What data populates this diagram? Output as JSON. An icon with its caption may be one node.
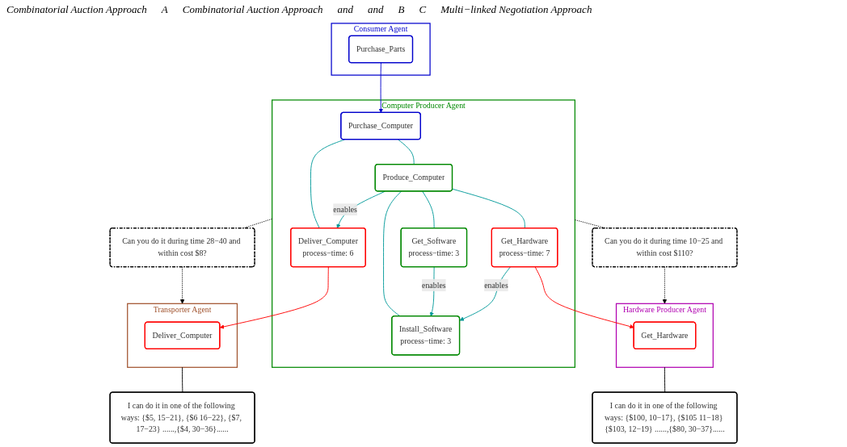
{
  "diagram": {
    "nodes": [
      {
        "text": [
          "Consumer Agent"
        ]
      },
      {
        "text": [
          "Purchase_Parts"
        ],
        "in": 0
      },
      {
        "text": [
          "Computer Producer Agent"
        ]
      },
      {
        "text": [
          "Purchase_Computer"
        ],
        "in": 2
      },
      {
        "text": [
          "Produce_Computer"
        ],
        "in": 2
      },
      {
        "text": [
          "Deliver_Computer",
          "process−time: 6"
        ],
        "in": 2
      },
      {
        "text": [
          "Get_Software",
          "process−time: 3"
        ],
        "in": 2
      },
      {
        "text": [
          "Install_Software",
          "process−time: 3"
        ],
        "in": 2
      },
      {
        "text": [
          "Get_Hardware",
          "process−time: 7"
        ],
        "in": 2
      },
      {
        "text": [
          "Hardware Producer Agent"
        ]
      },
      {
        "text": [
          "Get_Hardware"
        ],
        "in": 9
      },
      {
        "text": [
          "Transporter Agent"
        ]
      },
      {
        "text": [
          "Deliver_Computer"
        ],
        "in": 11
      },
      {
        "text": [
          "I can do it in one of the following ways: {$100, 10−17}, {$105 11−18} {$103, 12−19} ......,{$80, 30−37}......"
        ]
      },
      {
        "text": [
          "I can do it in one of the following ways: {$5, 15−21}, {$6 16−22}, {$7, 17−23} ......,{$4, 30−36}......"
        ]
      },
      {
        "text": [
          "Can you do it during time 10−25 and within cost $110?"
        ]
      },
      {
        "text": [
          "Can you do it during time 28−40 and within cost $8?"
        ]
      }
    ],
    "edges": [
      {
        "from": 1,
        "to": 3,
        "arrow": "to",
        "color": "#0000cc"
      },
      {
        "from": 3,
        "to": 4,
        "arrow": "none"
      },
      {
        "from": 3,
        "to": 5,
        "arrow": "none"
      },
      {
        "from": 4,
        "to": 5,
        "arrow": "to",
        "label": "enables"
      },
      {
        "from": 4,
        "to": 6,
        "arrow": "none"
      },
      {
        "from": 4,
        "to": 8,
        "arrow": "none"
      },
      {
        "from": 4,
        "to": 7,
        "arrow": "none"
      },
      {
        "from": 6,
        "to": 7,
        "arrow": "to",
        "label": "enables"
      },
      {
        "from": 8,
        "to": 7,
        "arrow": "to",
        "label": "enables"
      },
      {
        "from": 8,
        "to": 10,
        "arrow": "to",
        "color": "#ff0000"
      },
      {
        "from": 5,
        "to": 12,
        "arrow": "to",
        "color": "#ff0000"
      },
      {
        "from": 13,
        "to": 9,
        "arrow": "none",
        "color": "#000000"
      },
      {
        "from": 14,
        "to": 11,
        "arrow": "none",
        "color": "#000000"
      },
      {
        "from": 2,
        "to": 15,
        "arrow": "none",
        "style": "dashed",
        "color": "#000000"
      },
      {
        "from": 15,
        "to": 9,
        "arrow": "to",
        "style": "dashed",
        "color": "#000000"
      },
      {
        "from": 2,
        "to": 16,
        "arrow": "none",
        "style": "dashed",
        "color": "#000000"
      },
      {
        "from": 16,
        "to": 11,
        "arrow": "to",
        "style": "dashed",
        "color": "#000000"
      }
    ],
    "labels": [
      "Combinatorial Auction Approach",
      "A",
      "Combinatorial Auction Approach",
      "and",
      "and",
      "B",
      "C",
      "Multi−linked Negotiation Approach"
    ]
  }
}
